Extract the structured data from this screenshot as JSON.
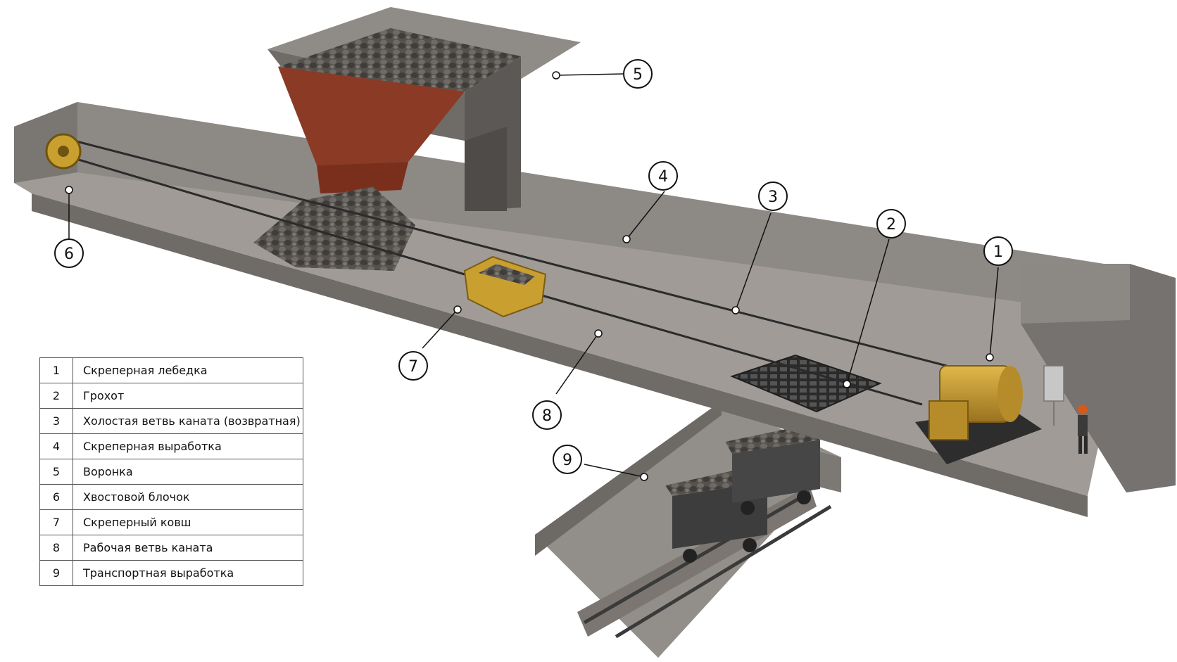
{
  "legend": {
    "rows": [
      {
        "num": "1",
        "text": "Скреперная лебедка"
      },
      {
        "num": "2",
        "text": "Грохот"
      },
      {
        "num": "3",
        "text": "Холостая ветвь каната (возвратная)"
      },
      {
        "num": "4",
        "text": "Скреперная выработка"
      },
      {
        "num": "5",
        "text": "Воронка"
      },
      {
        "num": "6",
        "text": "Хвостовой блочок"
      },
      {
        "num": "7",
        "text": "Скреперный ковш"
      },
      {
        "num": "8",
        "text": "Рабочая ветвь каната"
      },
      {
        "num": "9",
        "text": "Транспортная выработка"
      }
    ]
  },
  "callouts": {
    "c1": "1",
    "c2": "2",
    "c3": "3",
    "c4": "4",
    "c5": "5",
    "c6": "6",
    "c7": "7",
    "c8": "8",
    "c9": "9"
  },
  "colors": {
    "concrete": "#8d8985",
    "concrete_dark": "#5e5a57",
    "floor": "#a09b96",
    "steel_red": "#8a3a25",
    "machinery_yellow": "#c9a030",
    "rock": "#4a4744"
  }
}
